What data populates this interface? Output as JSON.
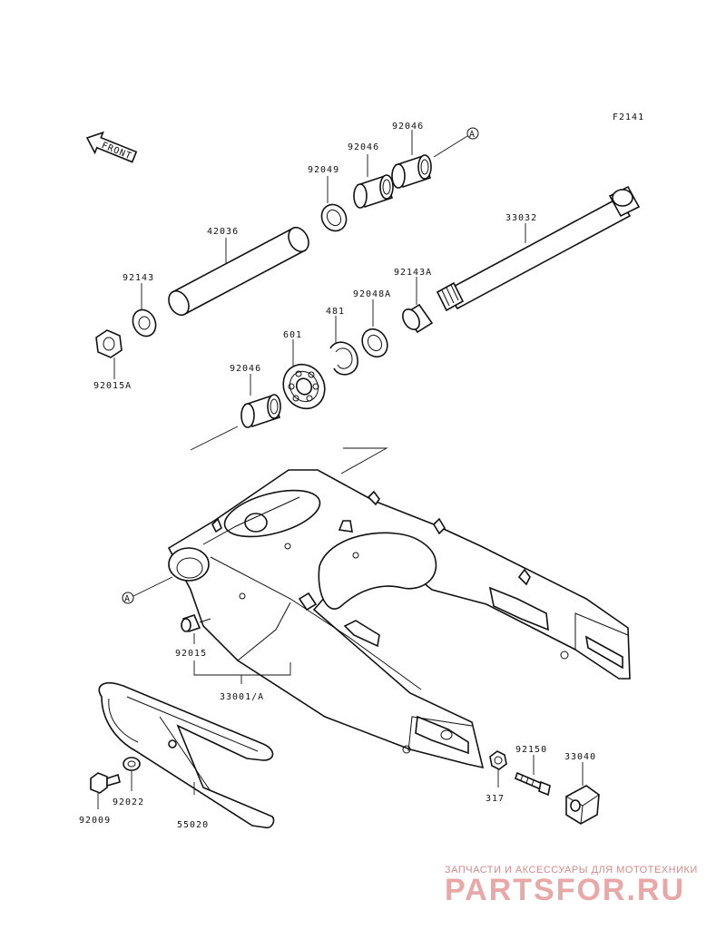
{
  "figure_code": "F2141",
  "front_label": "FRONT",
  "ref_marker": "A",
  "parts": {
    "p92046_top": "92046",
    "p92046_mid": "92046",
    "p92049": "92049",
    "p33032": "33032",
    "p42036": "42036",
    "p92143": "92143",
    "p92143a": "92143A",
    "p92048a": "92048A",
    "p481": "481",
    "p601": "601",
    "p92046_low": "92046",
    "p92015a": "92015A",
    "p92015": "92015",
    "p33001a": "33001/A",
    "p92150": "92150",
    "p33040": "33040",
    "p317": "317",
    "p92009": "92009",
    "p92022": "92022",
    "p55020": "55020"
  },
  "watermark": {
    "tagline": "ЗАПЧАСТИ И АКСЕССУАРЫ ДЛЯ МОТОТЕХНИКИ",
    "logo": "PARTSFOR.RU"
  }
}
